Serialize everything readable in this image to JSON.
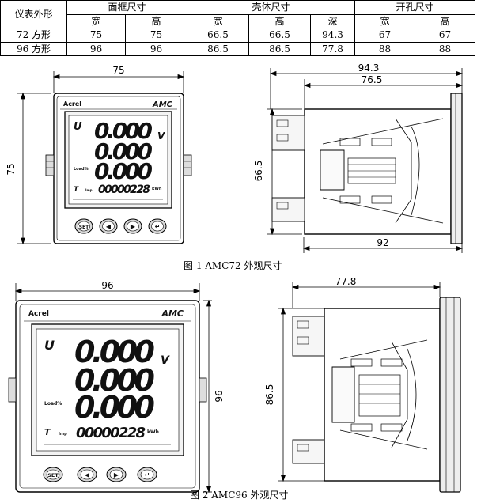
{
  "table": {
    "corner": "仪表外形",
    "groups": [
      "面框尺寸",
      "壳体尺寸",
      "开孔尺寸"
    ],
    "subheaders": [
      "宽",
      "高",
      "宽",
      "高",
      "深",
      "宽",
      "高"
    ],
    "rows": [
      {
        "name": "72 方形",
        "values": [
          "75",
          "75",
          "66.5",
          "66.5",
          "94.3",
          "67",
          "67"
        ]
      },
      {
        "name": "96 方形",
        "values": [
          "96",
          "96",
          "86.5",
          "86.5",
          "77.8",
          "88",
          "88"
        ]
      }
    ]
  },
  "figure1": {
    "caption": "图 1  AMC72 外观尺寸",
    "front": {
      "width_dim": "75",
      "height_dim": "75",
      "brand": "Acrel",
      "model": "AMC",
      "readings": [
        "0.000",
        "0.000",
        "0.000"
      ],
      "reading_unit": "V",
      "label_u": "U",
      "label_loadn": "Load%",
      "label_t": "T",
      "label_imp": "Imp",
      "energy": "00000228",
      "energy_unit": "kWh",
      "buttons": [
        "SET",
        "◀",
        "▶",
        "↵"
      ]
    },
    "side": {
      "depth_dim": "94.3",
      "body_dim": "76.5",
      "height_dim": "66.5",
      "panel_dim": "92"
    }
  },
  "figure2": {
    "caption": "图 2  AMC96 外观尺寸",
    "front": {
      "width_dim": "96",
      "height_dim": "96",
      "brand": "Acrel",
      "model": "AMC",
      "readings": [
        "0.000",
        "0.000",
        "0.000"
      ],
      "reading_unit": "V",
      "label_u": "U",
      "label_loadn": "Load%",
      "label_t": "T",
      "label_imp": "Imp",
      "energy": "00000228",
      "energy_unit": "kWh",
      "buttons": [
        "SET",
        "◀",
        "▶",
        "↵"
      ]
    },
    "side": {
      "depth_dim": "77.8",
      "height_dim": "86.5"
    }
  }
}
